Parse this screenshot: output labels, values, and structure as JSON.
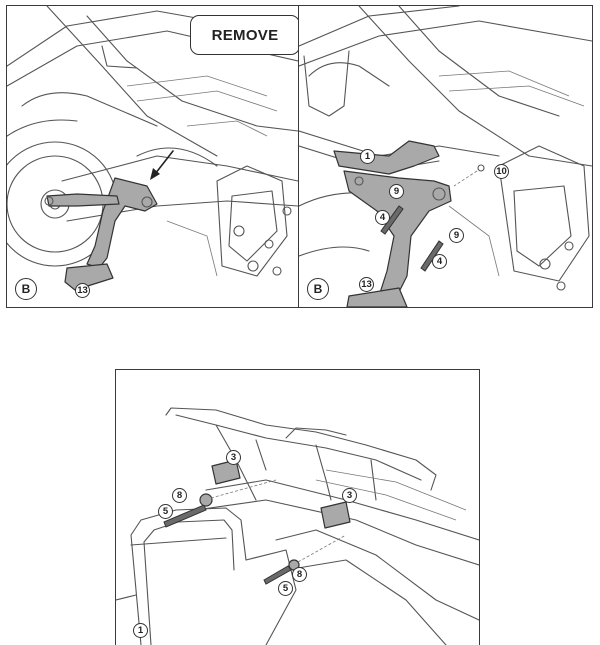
{
  "remove_label": "REMOVE",
  "panel_left": {
    "view_label": "B",
    "callouts": [
      "13"
    ]
  },
  "panel_right": {
    "view_label": "B",
    "callouts": [
      "1",
      "9",
      "10",
      "4",
      "9",
      "4",
      "13"
    ]
  },
  "panel_bottom": {
    "callouts": [
      "3",
      "3",
      "8",
      "5",
      "8",
      "5",
      "1"
    ]
  },
  "colors": {
    "line": "#555555",
    "part_fill": "#a9a9a9",
    "frame": "#3a3a3a"
  }
}
